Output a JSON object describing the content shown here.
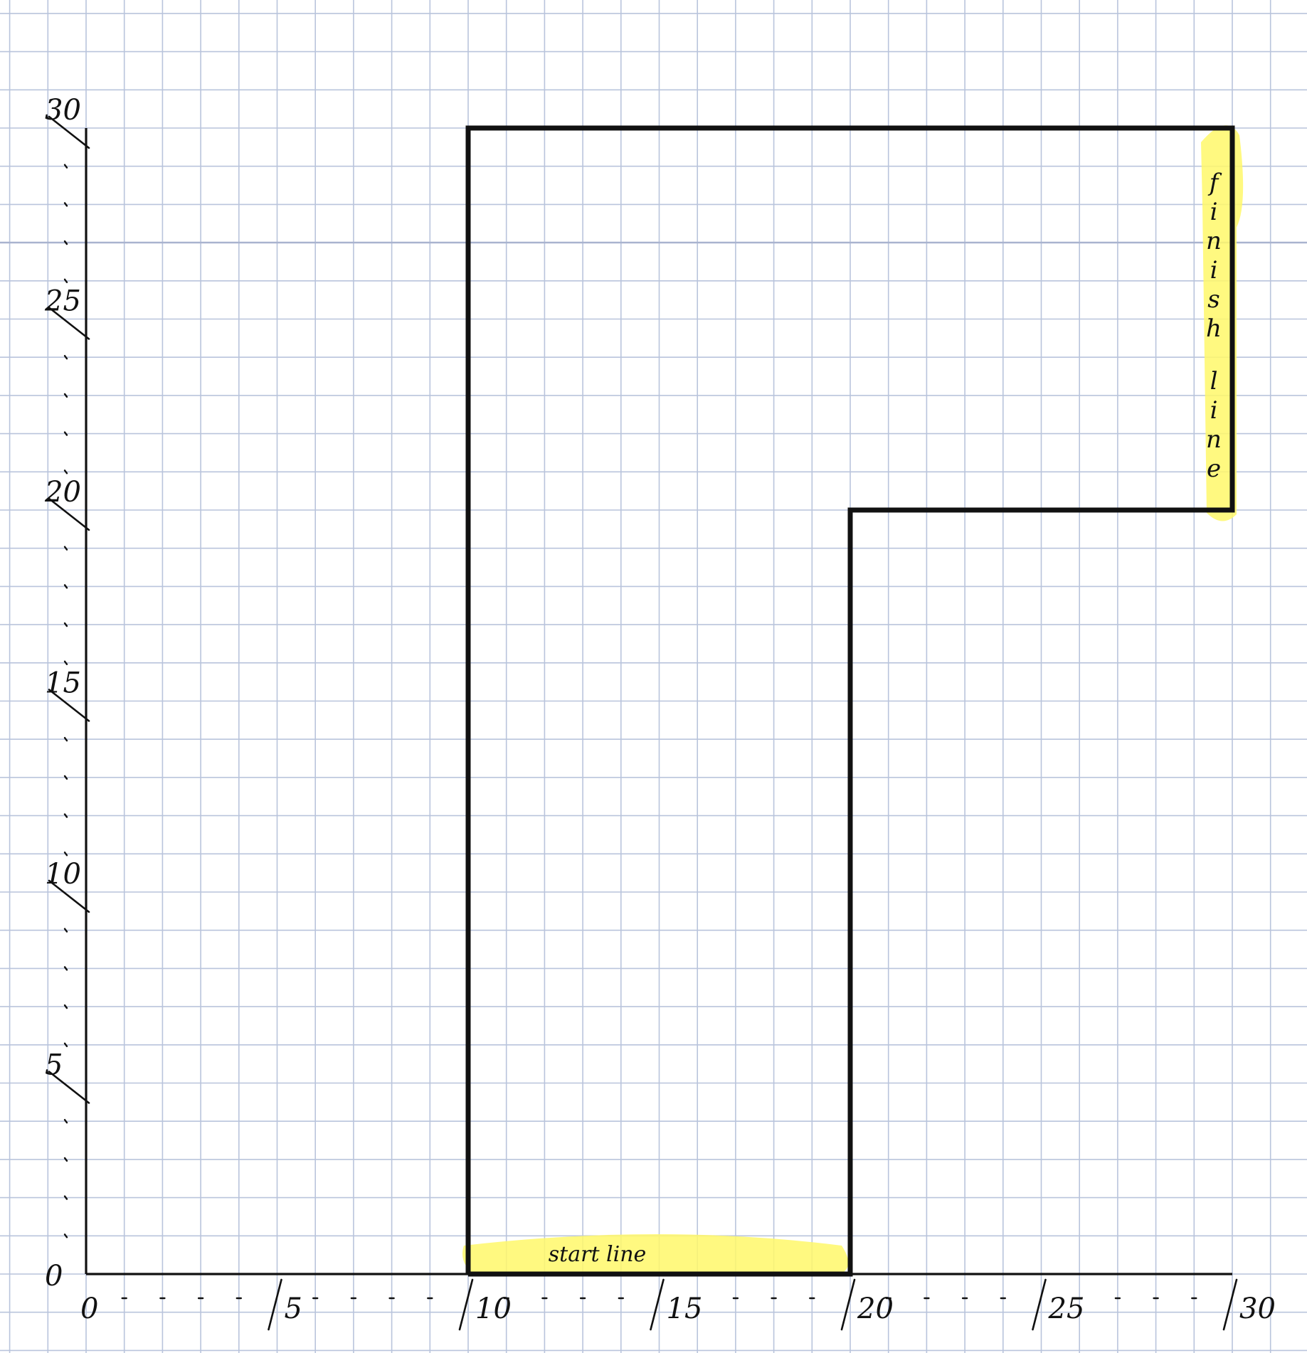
{
  "colors": {
    "paper": "#ffffff",
    "grid_line": "#b9c4dc",
    "grid_line_major": "#a9b3cf",
    "ink": "#111111",
    "highlight": "#fff86a"
  },
  "chart_data": {
    "type": "diagram",
    "axes": {
      "x_ticks": [
        "0",
        "5",
        "10",
        "15",
        "20",
        "25",
        "30"
      ],
      "y_ticks": [
        "0",
        "5",
        "10",
        "15",
        "20",
        "25",
        "30"
      ],
      "xlim": [
        0,
        30
      ],
      "ylim": [
        0,
        30
      ]
    },
    "track_outline": [
      [
        10,
        0
      ],
      [
        10,
        30
      ],
      [
        30,
        30
      ],
      [
        30,
        20
      ],
      [
        20,
        20
      ],
      [
        20,
        0
      ],
      [
        10,
        0
      ]
    ],
    "start_line": {
      "label": "start line",
      "from": [
        10,
        0
      ],
      "to": [
        20,
        0
      ]
    },
    "finish_line": {
      "label": "finish line",
      "from": [
        30,
        20
      ],
      "to": [
        30,
        30
      ]
    }
  }
}
